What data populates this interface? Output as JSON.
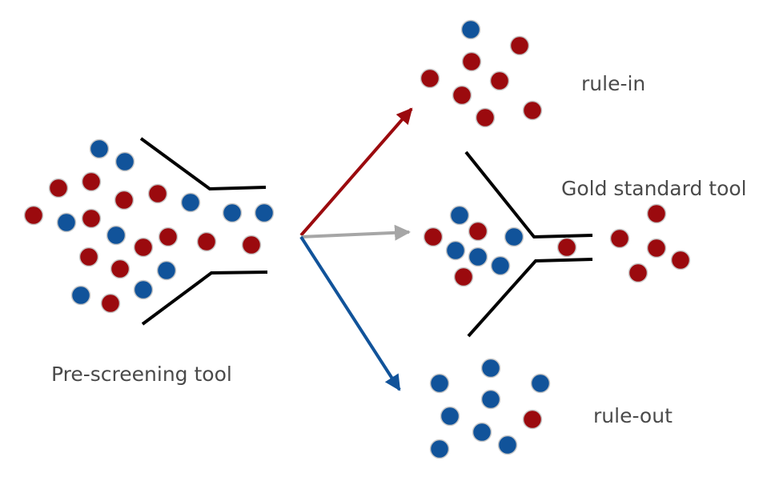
{
  "labels": {
    "pre_screening": "Pre-screening tool",
    "gold_standard": "Gold standard tool",
    "rule_in": "rule-in",
    "rule_out": "rule-out"
  },
  "colors": {
    "red": "#9b0a0e",
    "blue": "#11539a",
    "dot_outline": "#c8c8c8",
    "funnel": "#000000",
    "arrow_red": "#9b0a0e",
    "arrow_gray": "#a6a6a6",
    "arrow_blue": "#11539a",
    "text": "#4a4a4a"
  }
}
